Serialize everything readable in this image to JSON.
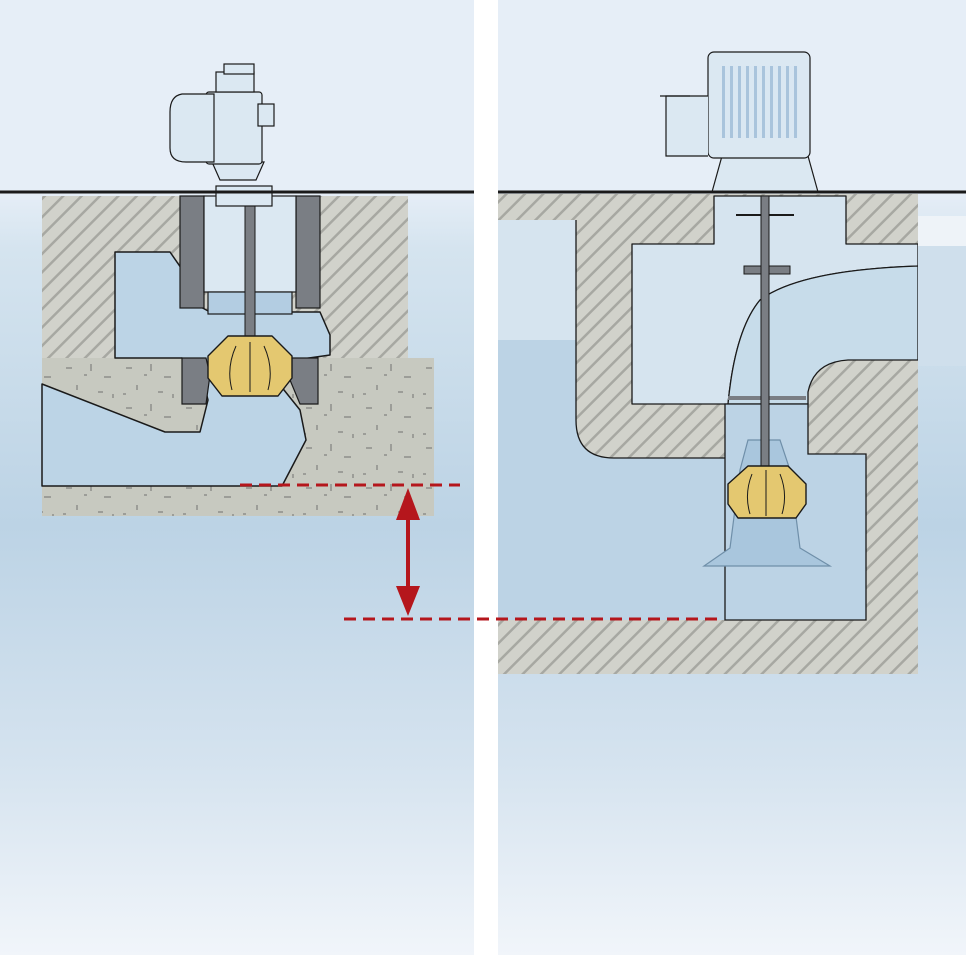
{
  "diagram": {
    "panels": [
      {
        "id": "left",
        "concept": "pump-in-concrete-volute-casing"
      },
      {
        "id": "right",
        "concept": "vertical-pump-in-open-sump"
      }
    ],
    "labels": [],
    "colors": {
      "sky": "#e6eef7",
      "water_light": "#cfe0ed",
      "water_deep": "#b3cde2",
      "pump_fill": "#dbe8f2",
      "concrete_hatch_bg": "#d1d2cb",
      "concrete_hatch_line": "#a7a8a2",
      "concrete_filled": "#c7c9c0",
      "concrete_specks": "#9c9d98",
      "impeller": "#e4c870",
      "dark_ring": "#7a7e84",
      "dimension_red": "#b5161c",
      "outline": "#1a1a1a",
      "divider": "#ffffff"
    },
    "icons": [
      "motor-icon",
      "impeller-icon",
      "shaft-icon",
      "dimension-arrow-icon"
    ]
  }
}
